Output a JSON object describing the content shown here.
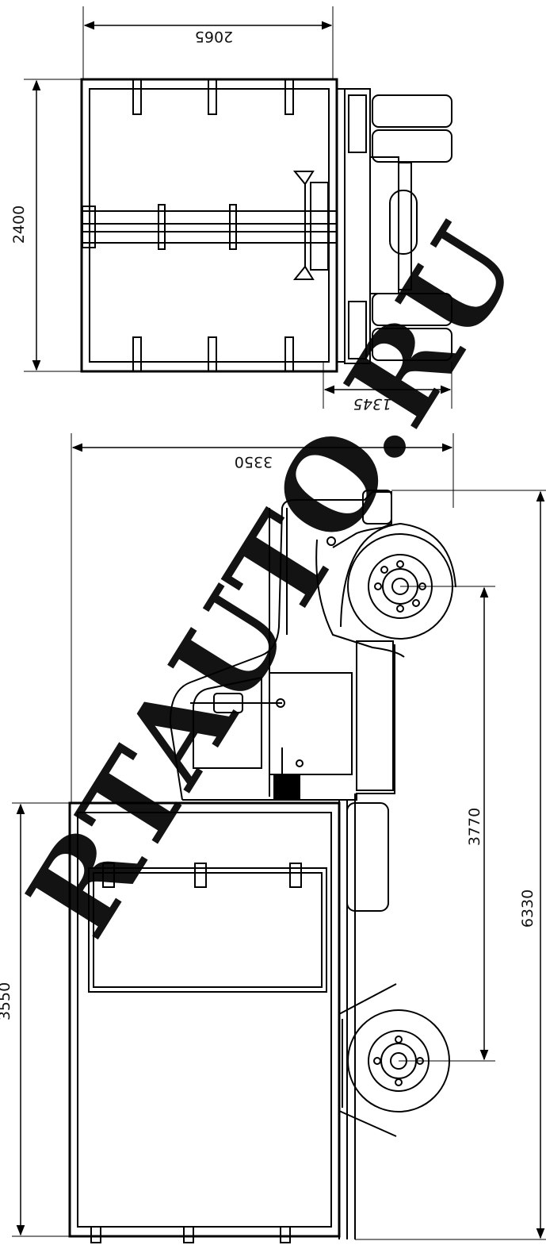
{
  "dimensions": {
    "cargo_width": "2065",
    "rear_height": "2400",
    "track_width": "1345",
    "vehicle_height": "3350",
    "wheelbase": "3770",
    "overall_length": "6330",
    "body_length": "3550"
  },
  "watermark": {
    "text": "RTAUTO.RU"
  },
  "colors": {
    "line": "#000000",
    "background": "#ffffff"
  }
}
